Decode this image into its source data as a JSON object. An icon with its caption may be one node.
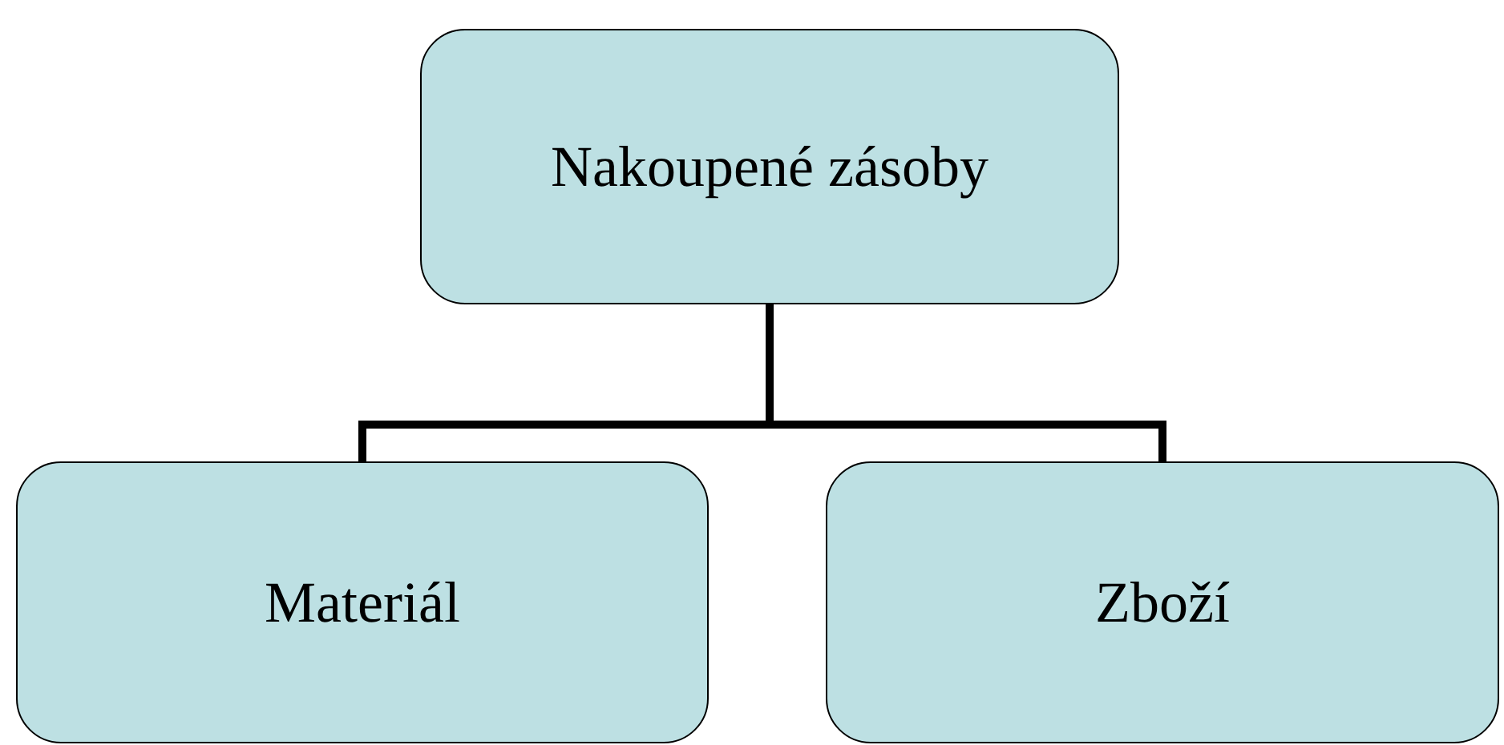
{
  "diagram": {
    "nodes": [
      {
        "text": [
          "Nakoupené zásoby"
        ]
      },
      {
        "text": [
          "Materiál"
        ]
      },
      {
        "text": [
          "Zboží"
        ]
      }
    ],
    "edges": [
      {
        "from": 0,
        "to": 1,
        "arrow": "none"
      },
      {
        "from": 0,
        "to": 2,
        "arrow": "none"
      }
    ]
  }
}
